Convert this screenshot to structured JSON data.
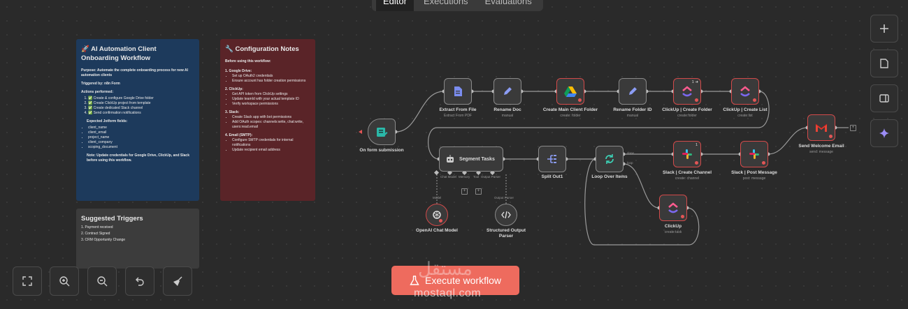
{
  "tabs": [
    "Editor",
    "Executions",
    "Evaluations"
  ],
  "sticky_overview": {
    "title": "🚀 AI Automation Client Onboarding Workflow",
    "purpose": "Purpose: Automate the complete onboarding process for new AI automation clients",
    "triggered": "Triggered by: n8n Form",
    "actions_title": "Actions performed:",
    "actions": [
      "✅ Create & configure Google Drive folder",
      "✅ Create ClickUp project from template",
      "✅ Create dedicated Slack channel",
      "✅ Send confirmation notifications"
    ],
    "fields_title": "Expected Jotform fields:",
    "fields": [
      "client_name",
      "client_email",
      "project_name",
      "client_company",
      "scoping_document"
    ],
    "note": "Note: Update credentials for Google Drive, ClickUp, and Slack before using this workflow."
  },
  "sticky_config": {
    "title": "🔧 Configuration Notes",
    "intro": "Before using this workflow:",
    "sections": [
      {
        "head": "1. Google Drive:",
        "items": [
          "Set up OAuth2 credentials",
          "Ensure account has folder creation permissions"
        ]
      },
      {
        "head": "2. ClickUp:",
        "items": [
          "Get API token from ClickUp settings",
          "Update teamId with your actual template ID",
          "Verify workspace permissions"
        ]
      },
      {
        "head": "3. Slack:",
        "items": [
          "Create Slack app with bot permissions",
          "Add OAuth scopes: channels:write, chat:write, users:read.email"
        ]
      },
      {
        "head": "4. Email (SMTP):",
        "items": [
          "Configure SMTP credentials for internal notifications",
          "Update recipient email address"
        ]
      }
    ]
  },
  "sticky_triggers": {
    "title": "Suggested Triggers",
    "items": [
      "1. Payment received",
      "2. Contract Signed",
      "3. CRM Opportunity Change"
    ]
  },
  "nodes": {
    "form": {
      "label": "On form submission"
    },
    "extract": {
      "label": "Extract From File",
      "sub": "Extract From PDF"
    },
    "rename_doc": {
      "label": "Rename Doc",
      "sub": "manual"
    },
    "create_folder": {
      "label": "Create Main Client Folder",
      "sub": "create: folder"
    },
    "rename_folder": {
      "label": "Rename Folder ID",
      "sub": "manual"
    },
    "cu_folder": {
      "label": "ClickUp | Create Folder",
      "sub": "create:folder",
      "badge": "1 ➜"
    },
    "cu_list": {
      "label": "ClickUp | Create List",
      "sub": "create:list"
    },
    "email": {
      "label": "Send Welcome Email",
      "sub": "send: message"
    },
    "segment": {
      "label": "Segment Tasks",
      "ports": [
        "Chat Model",
        "Memory",
        "Tool",
        "Output Parser"
      ]
    },
    "split": {
      "label": "Split Out1"
    },
    "loop": {
      "label": "Loop Over Items",
      "out_done": "done",
      "out_loop": "loop"
    },
    "slack_channel": {
      "label": "Slack | Create Channel",
      "sub": "create: channel",
      "badge": "1"
    },
    "slack_post": {
      "label": "Slack | Post Message",
      "sub": "post: message"
    },
    "clickup": {
      "label": "ClickUp",
      "sub": "create:task"
    },
    "openai": {
      "label": "OpenAI Chat Model",
      "port": "Model"
    },
    "parser": {
      "label": "Structured Output Parser",
      "port": "Output Parser"
    }
  },
  "execute_label": "Execute workflow",
  "watermark": "mostaql.com",
  "watermark_ar": "مستقل"
}
